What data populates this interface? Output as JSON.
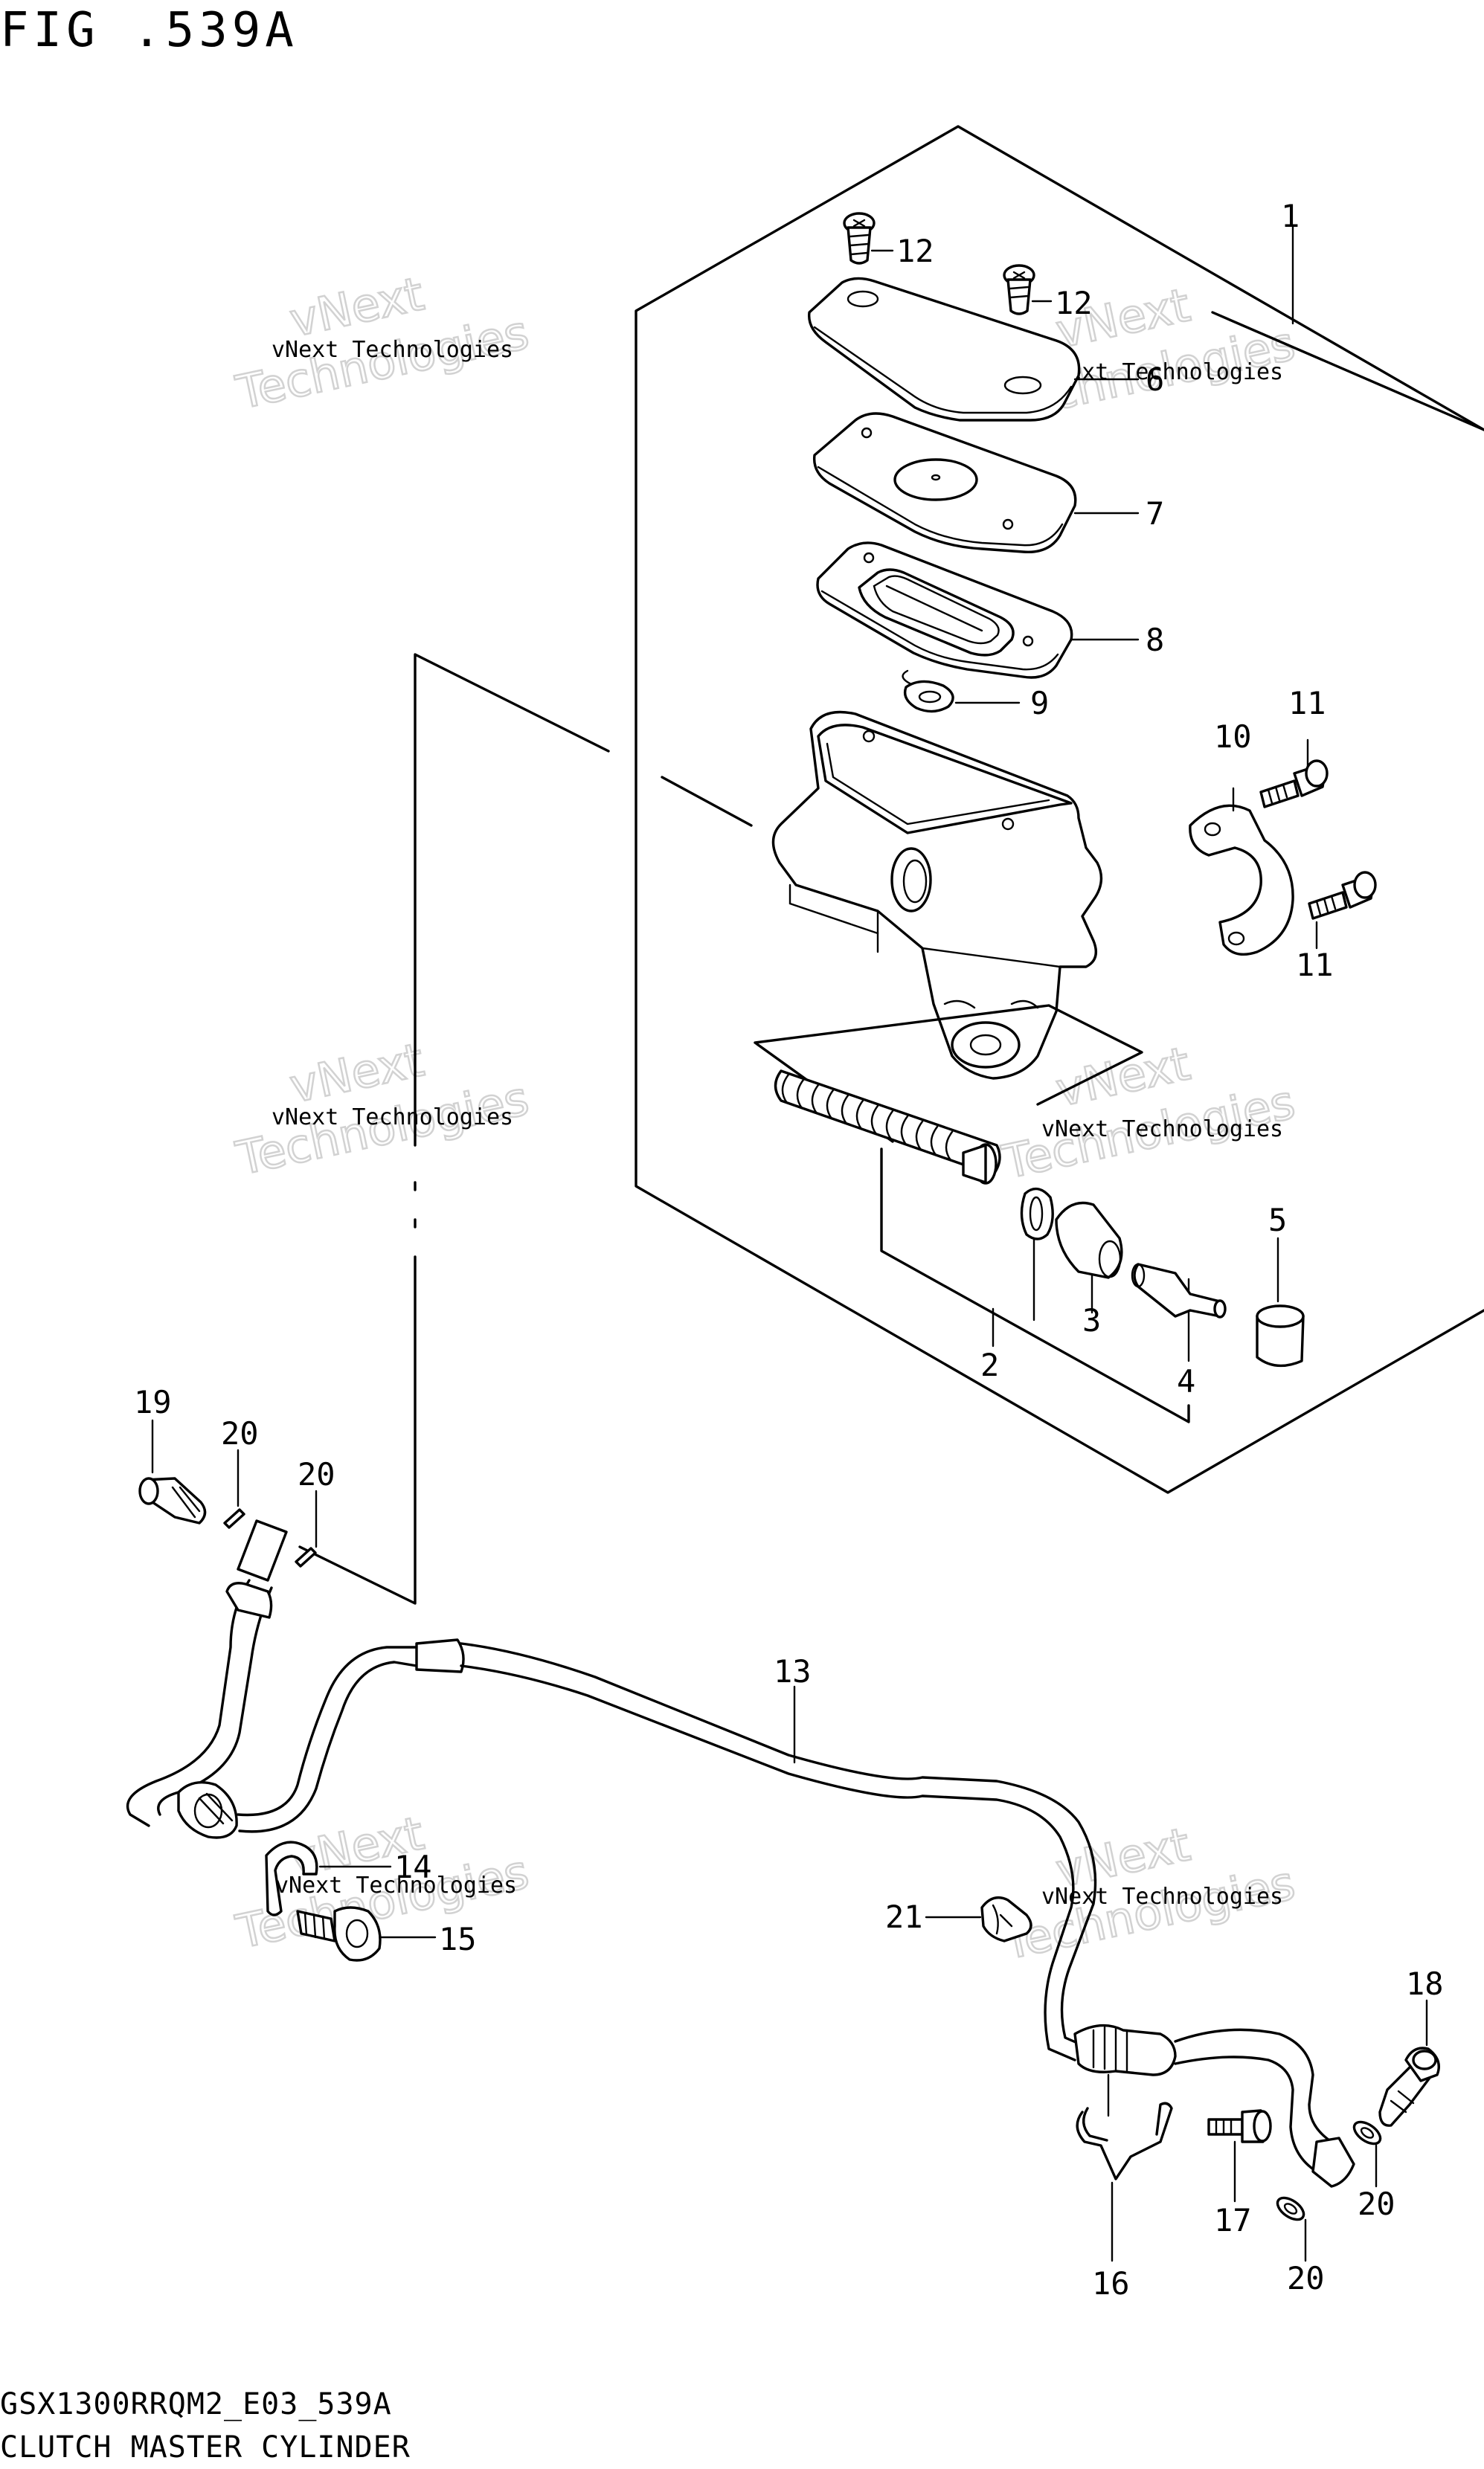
{
  "figure": {
    "title": "FIG .539A"
  },
  "footer": {
    "code": "GSX1300RRQM2_E03_539A",
    "caption": "CLUTCH MASTER CYLINDER"
  },
  "watermark": {
    "line1": "vNext",
    "line2": "Technologies",
    "small": "vNext Technologies"
  },
  "callouts": {
    "c1": "1",
    "c2": "2",
    "c3": "3",
    "c4": "4",
    "c5": "5",
    "c6": "6",
    "c7": "7",
    "c8": "8",
    "c9": "9",
    "c10": "10",
    "c11a": "11",
    "c11b": "11",
    "c12a": "12",
    "c12b": "12",
    "c13": "13",
    "c14": "14",
    "c15": "15",
    "c16": "16",
    "c17": "17",
    "c18": "18",
    "c19": "19",
    "c20a": "20",
    "c20b": "20",
    "c20c": "20",
    "c20d": "20",
    "c21": "21"
  }
}
